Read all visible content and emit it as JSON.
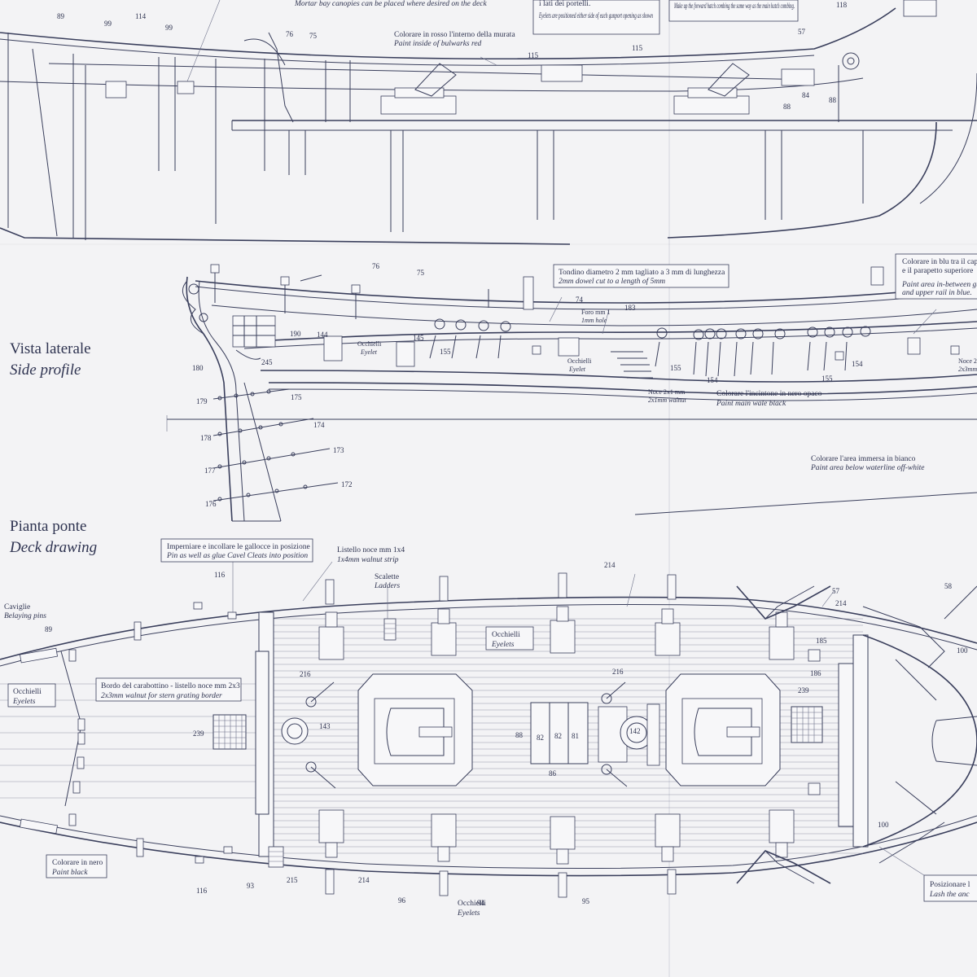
{
  "top_notes": {
    "mortar": "Mortar bay canopies can be placed where desired on the deck",
    "bulwark_it": "Colorare in rosso l'interno della murata",
    "bulwark_en": "Paint inside of bulwarks red",
    "ports_it": "i lati dei portelli.",
    "ports_en": "Eyelets are positioned either side of each gunport opening as shown",
    "hatch_en": "Make up the forward hatch combing the same way as the main hatch combing."
  },
  "side": {
    "title_it": "Vista laterale",
    "title_en": "Side profile",
    "dowel_it": "Tondino diametro 2 mm tagliato a 3 mm di lunghezza",
    "dowel_en": "2mm dowel cut to a length of 5mm",
    "blue_it_1": "Colorare in blu tra il capod",
    "blue_it_2": "e il parapetto superiore",
    "blue_en_1": "Paint area in-between gun",
    "blue_en_2": "and upper rail in blue.",
    "foro_it": "Foro mm 1",
    "foro_en": "1mm hole",
    "occhielli": "Occhielli",
    "eyelet": "Eyelet",
    "noce_it": "Noce 2x1 mm",
    "noce_en": "2x1mm walnut",
    "noce_right_it": "Noce 2",
    "noce_right_en": "2x3mm",
    "wale_it": "Colorare l'incintone in nero opaco",
    "wale_en": "Paint main wale black",
    "water_it": "Colorare l'area immersa in bianco",
    "water_en": "Paint area below waterline off-white"
  },
  "deck": {
    "title_it": "Pianta ponte",
    "title_en": "Deck drawing",
    "cleats_it": "Imperniare e incollare le gallocce in posizione",
    "cleats_en": "Pin as well as glue Cavel Cleats into position",
    "listello_it": "Listello noce mm 1x4",
    "listello_en": "1x4mm walnut strip",
    "scalette_it": "Scalette",
    "scalette_en": "Ladders",
    "caviglie_it": "Caviglie",
    "caviglie_en": "Belaying pins",
    "occhielli_it": "Occhielli",
    "occhielli_en": "Eyelets",
    "stern_it": "Bordo del carabottino - listello noce mm 2x3",
    "stern_en": "2x3mm walnut for stern grating border",
    "nero_it": "Colorare in nero",
    "nero_en": "Paint black",
    "anchor_it": "Posizionare l",
    "anchor_en": "Lash the anc"
  },
  "part_numbers": {
    "n89a": "89",
    "n114": "114",
    "n99a": "99",
    "n99b": "99",
    "n76a": "76",
    "n75a": "75",
    "n115a": "115",
    "n115b": "115",
    "n118": "118",
    "n57a": "57",
    "n88a": "88",
    "n84": "84",
    "n88b": "88",
    "n76b": "76",
    "n75b": "75",
    "n74": "74",
    "n183": "183",
    "n190": "190",
    "n144": "144",
    "n145": "145",
    "n155a": "155",
    "n155b": "155",
    "n155c": "155",
    "n154a": "154",
    "n154b": "154",
    "n245": "245",
    "n180": "180",
    "n179": "179",
    "n178": "178",
    "n177": "177",
    "n176": "176",
    "n175": "175",
    "n174": "174",
    "n173": "173",
    "n172": "172",
    "n116a": "116",
    "n214a": "214",
    "n57b": "57",
    "n214b": "214",
    "n58": "58",
    "n89b": "89",
    "n185": "185",
    "n186": "186",
    "n100a": "100",
    "n216a": "216",
    "n216b": "216",
    "n239a": "239",
    "n239b": "239",
    "n143": "143",
    "n88c": "88",
    "n82a": "82",
    "n82b": "82",
    "n81": "81",
    "n142": "142",
    "n86": "86",
    "n100b": "100",
    "n116b": "116",
    "n93": "93",
    "n215": "215",
    "n214c": "214",
    "n96": "96",
    "n94": "94",
    "n95": "95"
  },
  "colors": {
    "ink": "#3a3f5c",
    "paper": "#f3f3f5",
    "text": "#2e3350"
  }
}
